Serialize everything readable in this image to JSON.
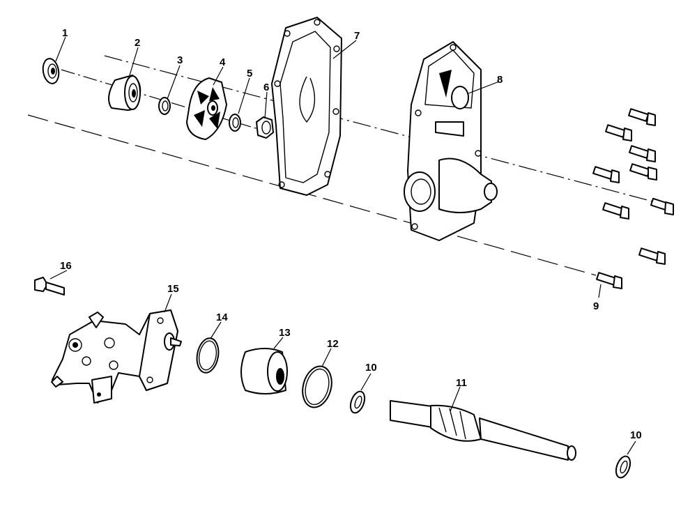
{
  "callouts": [
    {
      "id": "c1",
      "label": "1"
    },
    {
      "id": "c2",
      "label": "2"
    },
    {
      "id": "c3",
      "label": "3"
    },
    {
      "id": "c4",
      "label": "4"
    },
    {
      "id": "c5",
      "label": "5"
    },
    {
      "id": "c6",
      "label": "6"
    },
    {
      "id": "c7",
      "label": "7"
    },
    {
      "id": "c8",
      "label": "8"
    },
    {
      "id": "c9",
      "label": "9"
    },
    {
      "id": "c10a",
      "label": "10"
    },
    {
      "id": "c10b",
      "label": "10"
    },
    {
      "id": "c11",
      "label": "11"
    },
    {
      "id": "c12",
      "label": "12"
    },
    {
      "id": "c13",
      "label": "13"
    },
    {
      "id": "c14",
      "label": "14"
    },
    {
      "id": "c15",
      "label": "15"
    },
    {
      "id": "c16",
      "label": "16"
    }
  ],
  "colors": {
    "ink": "#000000",
    "paper": "#ffffff"
  }
}
